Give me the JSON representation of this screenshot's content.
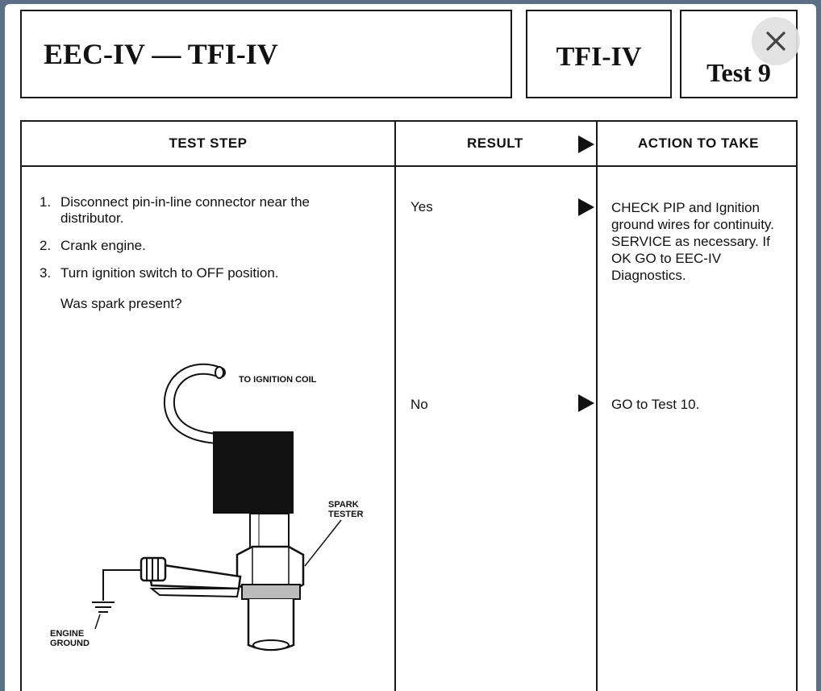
{
  "header": {
    "title": "EEC-IV — TFI-IV",
    "system": "TFI-IV",
    "test_label": "Test 9"
  },
  "close_button": {
    "icon": "close-icon"
  },
  "table": {
    "columns": [
      "TEST STEP",
      "RESULT",
      "ACTION TO TAKE"
    ],
    "steps": [
      {
        "num": "1.",
        "text": "Disconnect pin-in-line connector near the distributor."
      },
      {
        "num": "2.",
        "text": "Crank engine."
      },
      {
        "num": "3.",
        "text": "Turn ignition switch to OFF position."
      }
    ],
    "question": "Was spark present?",
    "results": [
      {
        "result": "Yes",
        "action": "CHECK PIP and Ignition ground wires for continuity. SERVICE as necessary. If OK GO to EEC-IV Diagnostics."
      },
      {
        "result": "No",
        "action": "GO to Test 10."
      }
    ]
  },
  "diagram": {
    "label_coil": "TO IGNITION COIL",
    "label_tester_line1": "SPARK",
    "label_tester_line2": "TESTER",
    "label_ground_line1": "ENGINE",
    "label_ground_line2": "GROUND"
  }
}
